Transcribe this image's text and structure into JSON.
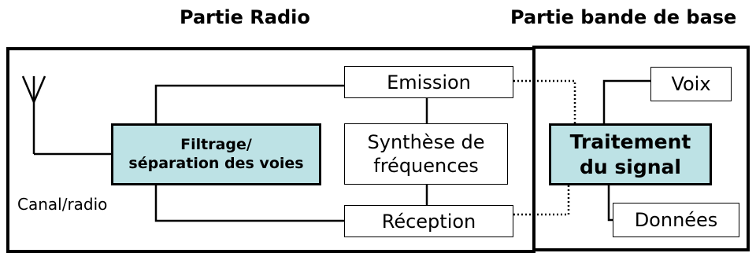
{
  "headings": {
    "radio": "Partie Radio",
    "baseband": "Partie bande de base"
  },
  "blocks": {
    "filtrage": "Filtrage/\nséparation des voies",
    "emission": "Emission",
    "synthese": "Synthèse de\nfréquences",
    "reception": "Réception",
    "traitement": "Traitement\ndu signal",
    "voix": "Voix",
    "donnees": "Données"
  },
  "labels": {
    "canal": "Canal/radio"
  }
}
